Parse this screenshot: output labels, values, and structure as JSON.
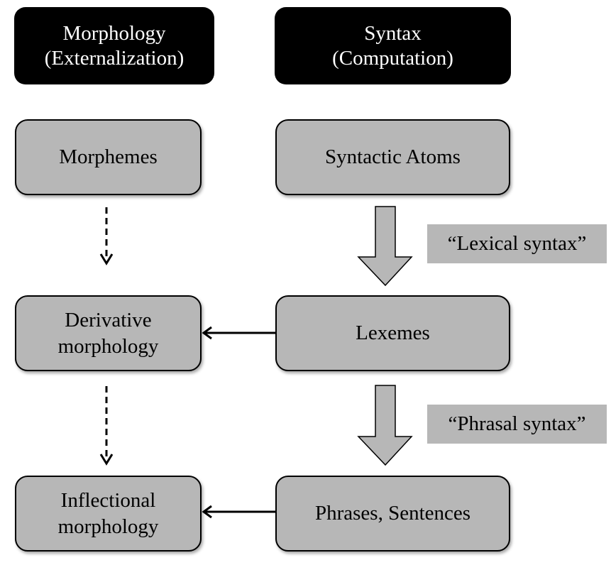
{
  "headers": {
    "morphology": {
      "line1": "Morphology",
      "line2": "(Externalization)"
    },
    "syntax": {
      "line1": "Syntax",
      "line2": "(Computation)"
    }
  },
  "morphology_nodes": {
    "morphemes": {
      "line1": "Morphemes"
    },
    "derivative": {
      "line1": "Derivative",
      "line2": "morphology"
    },
    "inflectional": {
      "line1": "Inflectional",
      "line2": "morphology"
    }
  },
  "syntax_nodes": {
    "atoms": {
      "line1": "Syntactic Atoms"
    },
    "lexemes": {
      "line1": "Lexemes"
    },
    "phrases": {
      "line1": "Phrases, Sentences"
    }
  },
  "process_labels": {
    "lexical": "“Lexical syntax”",
    "phrasal": "“Phrasal syntax”"
  },
  "colors": {
    "header_bg": "#000000",
    "node_bg": "#b7b7b7",
    "label_bg": "#b7b7b7"
  }
}
